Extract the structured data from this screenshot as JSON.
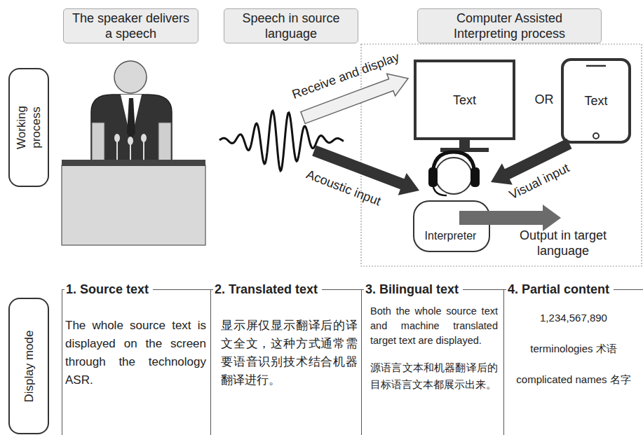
{
  "diagram": {
    "nodes": [
      {
        "text": [
          "The speaker delivers a speech"
        ]
      },
      {
        "text": [
          "Speech in source language"
        ]
      },
      {
        "text": [
          "Computer Assisted Interpreting process"
        ]
      },
      {
        "text": [
          "Working process"
        ]
      },
      {
        "text": [
          "Text"
        ]
      },
      {
        "text": [
          "Text"
        ]
      },
      {
        "text": [
          "Interpreter"
        ]
      },
      {
        "text": [
          "Display mode"
        ]
      },
      {
        "text": [
          "1. Source text",
          "The whole source text is displayed on the screen through the technology ASR."
        ]
      },
      {
        "text": [
          "2. Translated text",
          "显示屏仅显示翻译后的译文全文，这种方式通常需要语音识别技术结合机器翻译进行。"
        ]
      },
      {
        "text": [
          "3. Bilingual text",
          "Both the whole source text and machine translated target text are displayed.",
          "源语言文本和机器翻译后的目标语言文本都展示出来。"
        ]
      },
      {
        "text": [
          "4. Partial content",
          "1,234,567,890",
          "terminologies 术语",
          "complicated names 名字"
        ]
      }
    ],
    "edges": [
      {
        "from": 5,
        "to": 6,
        "label": "Visual input",
        "arrow": "to"
      }
    ],
    "labels": [
      "Receive and display",
      "Acoustic input",
      "OR",
      "Output in target language"
    ]
  }
}
